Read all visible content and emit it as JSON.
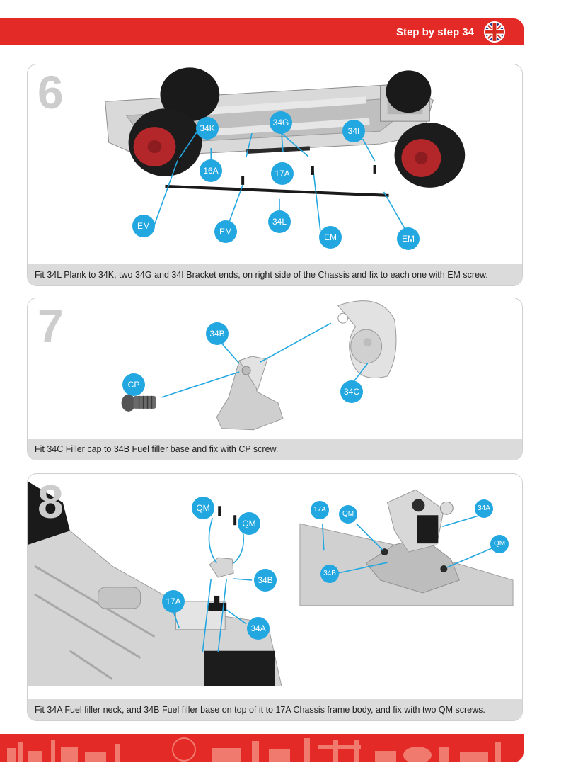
{
  "header": {
    "title": "Step by step 34",
    "flag_icon": "uk-flag-icon",
    "accent_color": "#e42a27"
  },
  "steps": [
    {
      "number": "6",
      "labels": [
        "34K",
        "34G",
        "34I",
        "16A",
        "17A",
        "34L",
        "EM",
        "EM",
        "EM",
        "EM"
      ],
      "caption": "Fit 34L Plank to 34K, two 34G and 34I Bracket ends, on right side of the Chassis and fix to each one with EM screw."
    },
    {
      "number": "7",
      "labels": [
        "34B",
        "CP",
        "34C"
      ],
      "caption": "Fit 34C Filler cap to 34B Fuel filler base and fix with CP screw."
    },
    {
      "number": "8",
      "labels": [
        "QM",
        "QM",
        "34B",
        "17A",
        "34A",
        "17A",
        "QM",
        "34A",
        "QM",
        "34B"
      ],
      "caption": "Fit 34A Fuel filler neck, and 34B Fuel filler base on top of it to 17A Chassis frame body, and fix with two QM screws."
    }
  ],
  "label_color": "#23a7e0"
}
